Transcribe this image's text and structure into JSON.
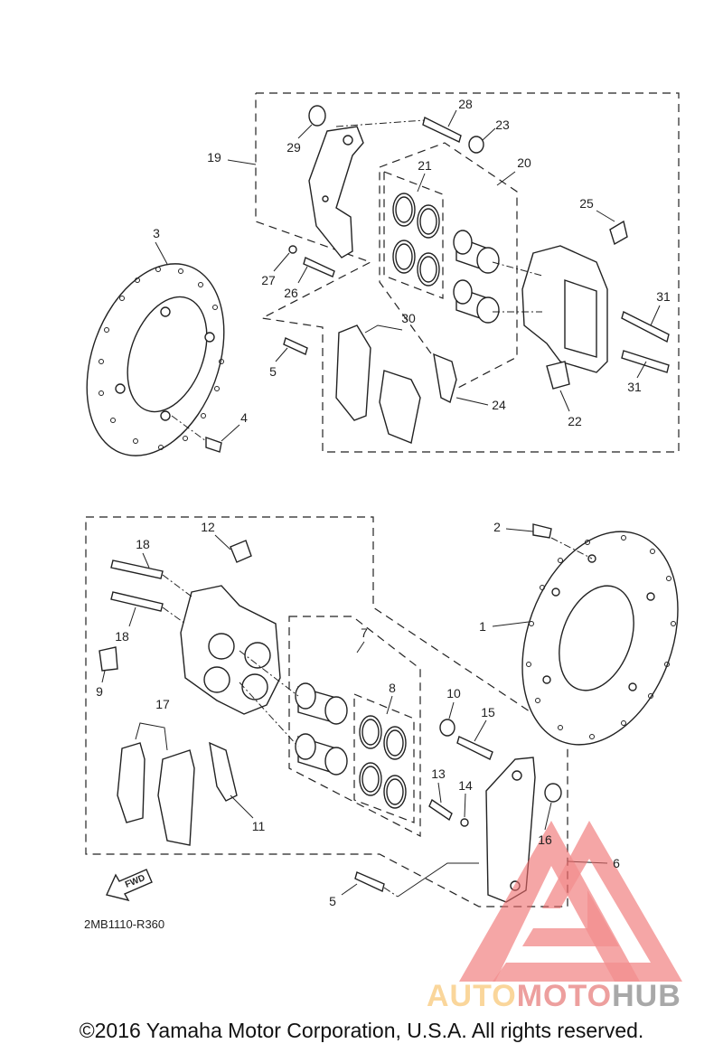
{
  "diagram": {
    "callouts": {
      "c1": "1",
      "c2": "2",
      "c3": "3",
      "c4": "4",
      "c5a": "5",
      "c5b": "5",
      "c6": "6",
      "c7": "7",
      "c8": "8",
      "c9": "9",
      "c10": "10",
      "c11": "11",
      "c12": "12",
      "c13": "13",
      "c14": "14",
      "c15": "15",
      "c16": "16",
      "c17": "17",
      "c18a": "18",
      "c18b": "18",
      "c19": "19",
      "c20": "20",
      "c21": "21",
      "c22": "22",
      "c23": "23",
      "c24": "24",
      "c25": "25",
      "c26": "26",
      "c27": "27",
      "c28": "28",
      "c29": "29",
      "c30": "30",
      "c31a": "31",
      "c31b": "31"
    },
    "fwd_label": "FWD",
    "diagram_code": "2MB1110-R360"
  },
  "watermark": {
    "part1": "AUTO",
    "part2": "MOTO",
    "part3": "HUB",
    "color1": "#f9c97a",
    "color2": "#e8807e",
    "color3": "#8c8c8c"
  },
  "footer": {
    "copyright": "©2016 Yamaha Motor Corporation, U.S.A. All rights reserved."
  }
}
